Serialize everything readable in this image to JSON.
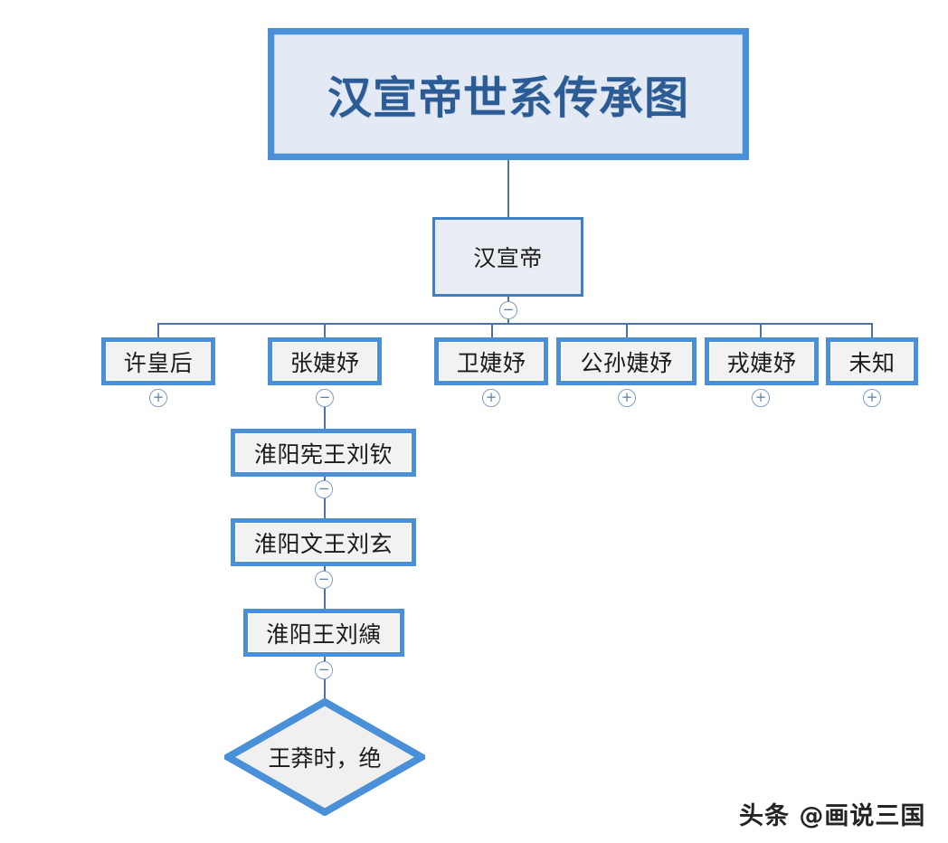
{
  "diagram": {
    "title": "汉宣帝世系传承图",
    "root": "汉宣帝",
    "consorts": [
      {
        "label": "许皇后",
        "toggle": "+"
      },
      {
        "label": "张婕妤",
        "toggle": "−"
      },
      {
        "label": "卫婕妤",
        "toggle": "+"
      },
      {
        "label": "公孙婕妤",
        "toggle": "+"
      },
      {
        "label": "戎婕妤",
        "toggle": "+"
      },
      {
        "label": "未知",
        "toggle": "+"
      }
    ],
    "lineage": [
      {
        "label": "淮阳宪王刘钦",
        "toggle": "−"
      },
      {
        "label": "淮阳文王刘玄",
        "toggle": "−"
      },
      {
        "label": "淮阳王刘縯",
        "toggle": "−"
      }
    ],
    "terminal": "王莽时，绝",
    "root_toggle": "−",
    "watermark": "头条 @画说三国",
    "colors": {
      "accent": "#4a90d9",
      "title_fill": "#e4eaf4",
      "title_text": "#2c5c96",
      "node_fill": "#f2f2f2",
      "emperor_fill": "#eaeef4",
      "connector": "#4a74a8",
      "toggle_stroke": "#7f9dbe"
    }
  }
}
